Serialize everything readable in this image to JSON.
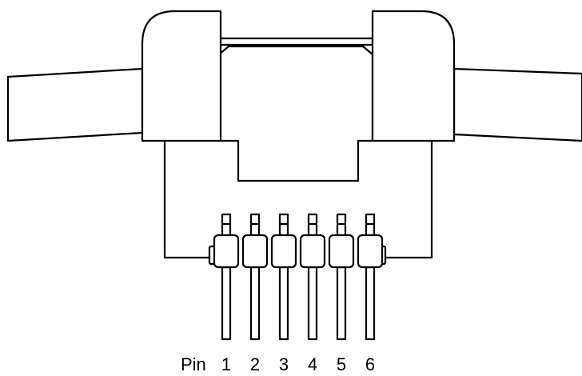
{
  "pin_label": "Pin",
  "pins": [
    "1",
    "2",
    "3",
    "4",
    "5",
    "6"
  ]
}
